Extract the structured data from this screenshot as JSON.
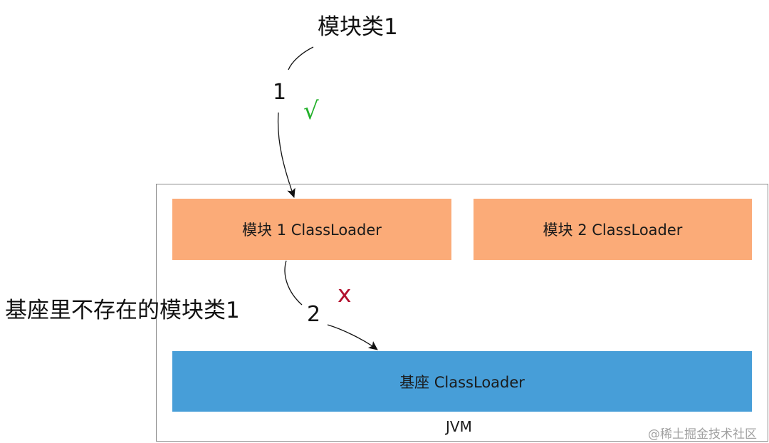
{
  "top_label": "模块类1",
  "left_label": "基座里不存在的模块类1",
  "step1": {
    "number": "1",
    "mark": "√",
    "mark_color": "#22b02a"
  },
  "step2": {
    "number": "2",
    "mark": "x",
    "mark_color": "#b3122f"
  },
  "jvm": {
    "label": "JVM"
  },
  "boxes": {
    "module1": "模块 1 ClassLoader",
    "module2": "模块 2 ClassLoader",
    "base": "基座 ClassLoader"
  },
  "colors": {
    "module_box": "#fbab78",
    "base_box": "#479ed8",
    "frame_border": "#8c8c8c"
  },
  "watermark": "@稀土掘金技术社区"
}
